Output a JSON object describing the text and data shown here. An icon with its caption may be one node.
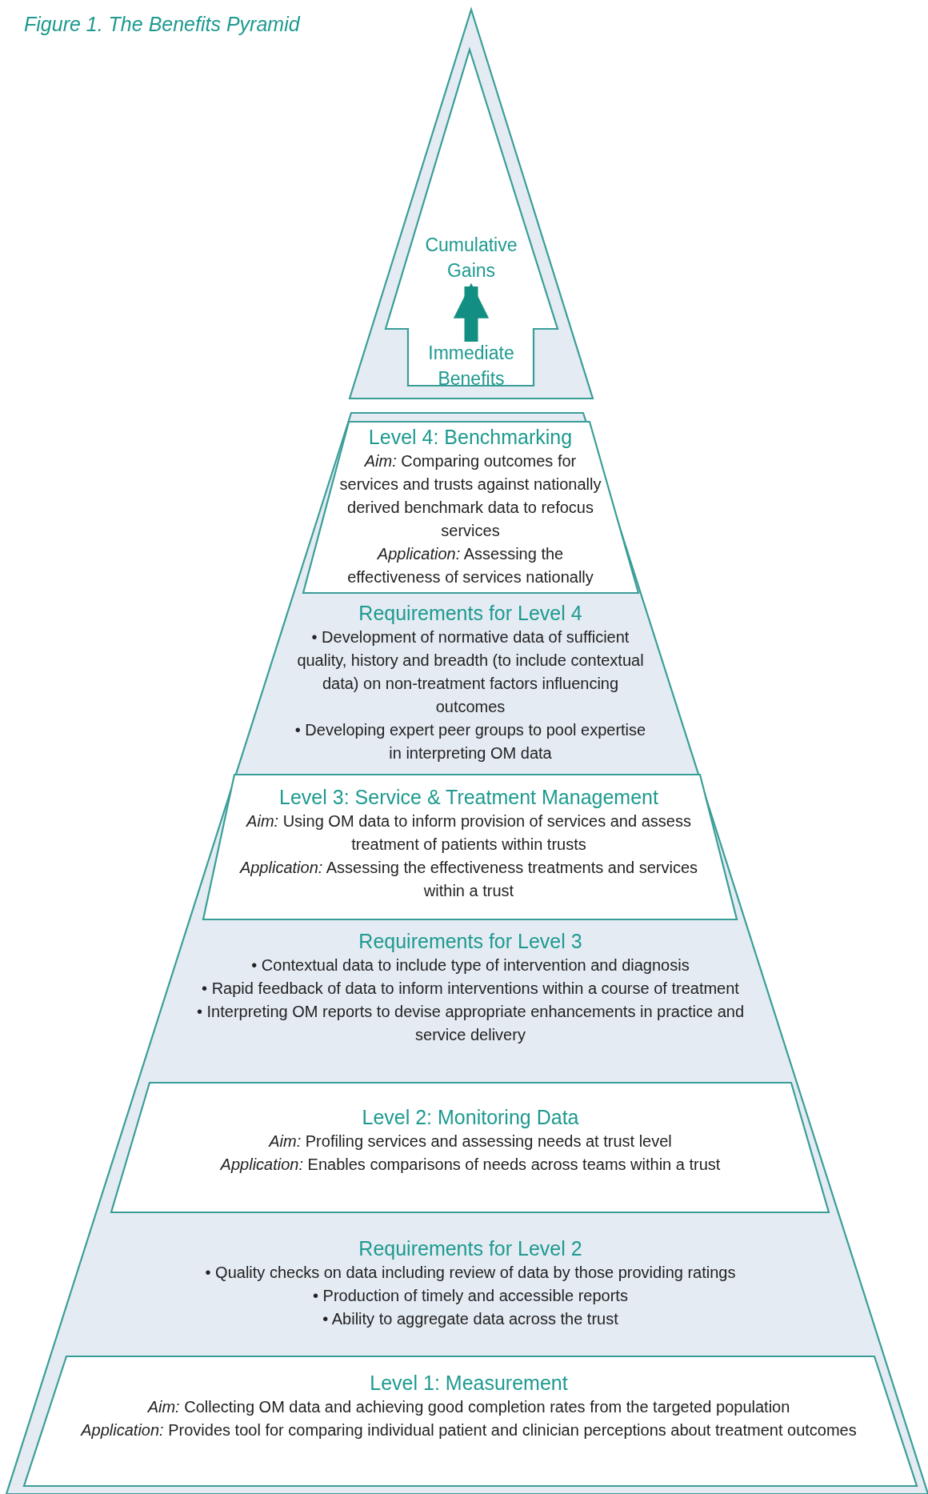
{
  "diagram": {
    "title": "Figure 1. The Benefits Pyramid",
    "nodes": [
      {
        "text": [],
        "shape": "triangle"
      },
      {
        "text": [
          "Cumulative Gains"
        ],
        "in": 0
      },
      {
        "text": [
          "Immediate Benefits"
        ],
        "in": 0
      },
      {
        "text": [],
        "shape": "trapezoid"
      },
      {
        "text": [
          "Level 4: Benchmarking",
          "*Aim:* Comparing outcomes for services and trusts against nationally derived benchmark data to refocus services",
          "*Application:* Assessing the effectiveness of services nationally"
        ],
        "in": 3
      },
      {
        "text": [
          "Requirements for Level 4",
          "• Development of normative data of sufficient quality, history and breadth (to include contextual data) on non-treatment factors influencing outcomes",
          "• Developing expert peer groups to pool expertise in interpreting OM data"
        ],
        "in": 3
      },
      {
        "text": [
          "Level 3: Service & Treatment Management",
          "*Aim:* Using OM data to inform provision of services and assess treatment of patients within trusts",
          "*Application:* Assessing the effectiveness treatments and services within a trust"
        ],
        "in": 3
      },
      {
        "text": [
          "Requirements for Level 3",
          "• Contextual data to include type of intervention and diagnosis",
          "• Rapid feedback of data to inform interventions within a course of treatment",
          "• Interpreting OM reports to devise appropriate enhancements in practice and service delivery"
        ],
        "in": 3
      },
      {
        "text": [
          "Level 2: Monitoring Data",
          "*Aim:* Profiling services and assessing needs at trust level",
          "*Application:* Enables comparisons of needs across teams within a trust"
        ],
        "in": 3
      },
      {
        "text": [
          "Requirements for Level 2",
          "• Quality checks on data including review of data by those providing ratings",
          "• Production of timely and accessible reports",
          "• Ability to aggregate data across the trust"
        ],
        "in": 3
      },
      {
        "text": [
          "Level 1: Measurement",
          "*Aim:* Collecting OM data and achieving good completion rates from the targeted population",
          "*Application:* Provides tool for comparing individual patient and clinician perceptions about treatment outcomes"
        ],
        "in": 3
      }
    ],
    "edges": [
      {
        "from": 2,
        "to": 1,
        "arrow": "to"
      }
    ]
  }
}
